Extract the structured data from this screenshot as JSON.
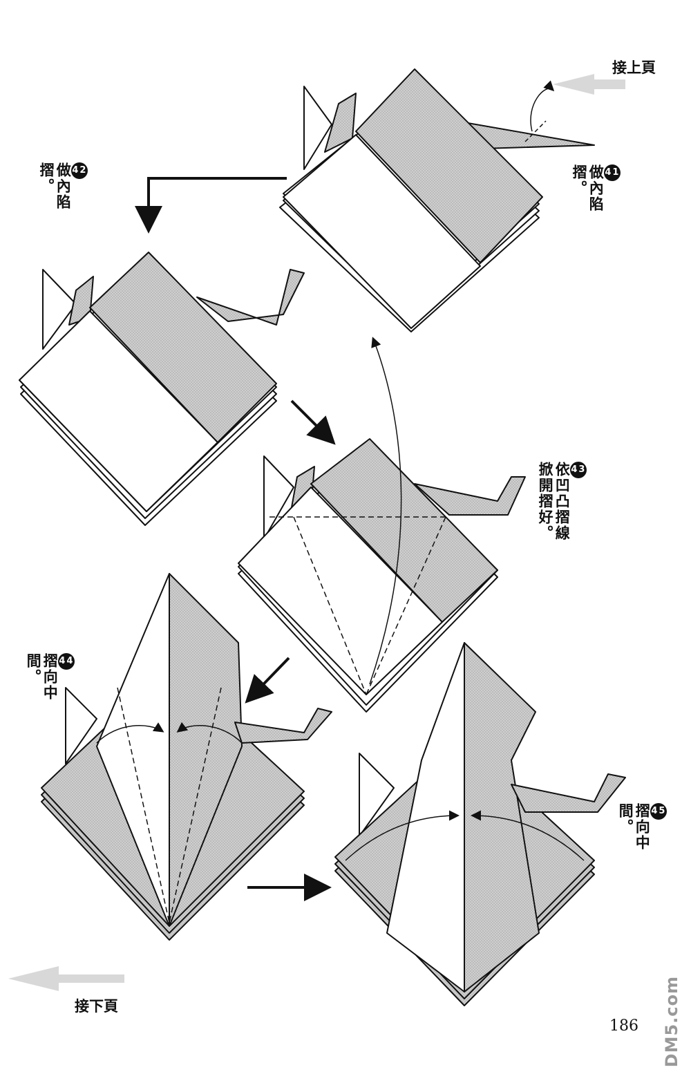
{
  "nav": {
    "prev_page": "接上頁",
    "next_page": "接下頁"
  },
  "page_number": "186",
  "watermark": "DM5.com",
  "steps": [
    {
      "number": "41",
      "lines": [
        "做內陷",
        "摺。"
      ]
    },
    {
      "number": "42",
      "lines": [
        "做內陷",
        "摺。"
      ]
    },
    {
      "number": "43",
      "lines": [
        "依凹凸摺線",
        "掀開摺好。"
      ]
    },
    {
      "number": "44",
      "lines": [
        "摺向中",
        "間。"
      ]
    },
    {
      "number": "45",
      "lines": [
        "摺向中",
        "間。"
      ]
    }
  ]
}
